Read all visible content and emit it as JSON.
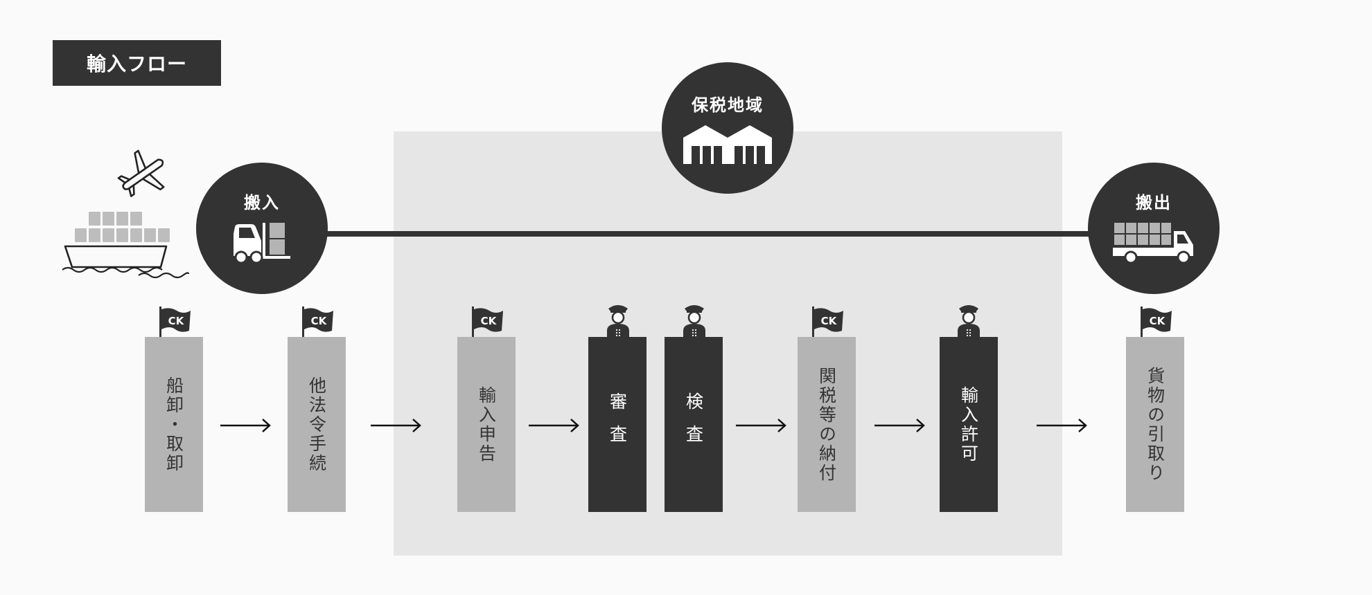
{
  "title": "輸入フロー",
  "areas": {
    "bonded": "保税地域",
    "carry_in": "搬入",
    "carry_out": "搬出"
  },
  "flag_text": "CK",
  "steps": [
    {
      "label": "船卸・取卸",
      "style": "light",
      "badge": "flag"
    },
    {
      "label": "他法令手続",
      "style": "light",
      "badge": "flag"
    },
    {
      "label": "輸入申告",
      "style": "light",
      "badge": "flag"
    },
    {
      "label": "審査",
      "style": "dark",
      "badge": "officer"
    },
    {
      "label": "検査",
      "style": "dark",
      "badge": "officer"
    },
    {
      "label": "関税等の納付",
      "style": "light",
      "badge": "flag"
    },
    {
      "label": "輸入許可",
      "style": "dark",
      "badge": "officer"
    },
    {
      "label": "貨物の引取り",
      "style": "light",
      "badge": "flag"
    }
  ],
  "colors": {
    "dark": "#333333",
    "light_box": "#b4b4b4",
    "area_bg": "#e6e6e6",
    "background": "#fafafa"
  },
  "icons": [
    "airplane-icon",
    "cargo-ship-icon",
    "forklift-icon",
    "warehouse-icon",
    "truck-icon",
    "flag-icon",
    "customs-officer-icon",
    "arrow-right-icon"
  ]
}
